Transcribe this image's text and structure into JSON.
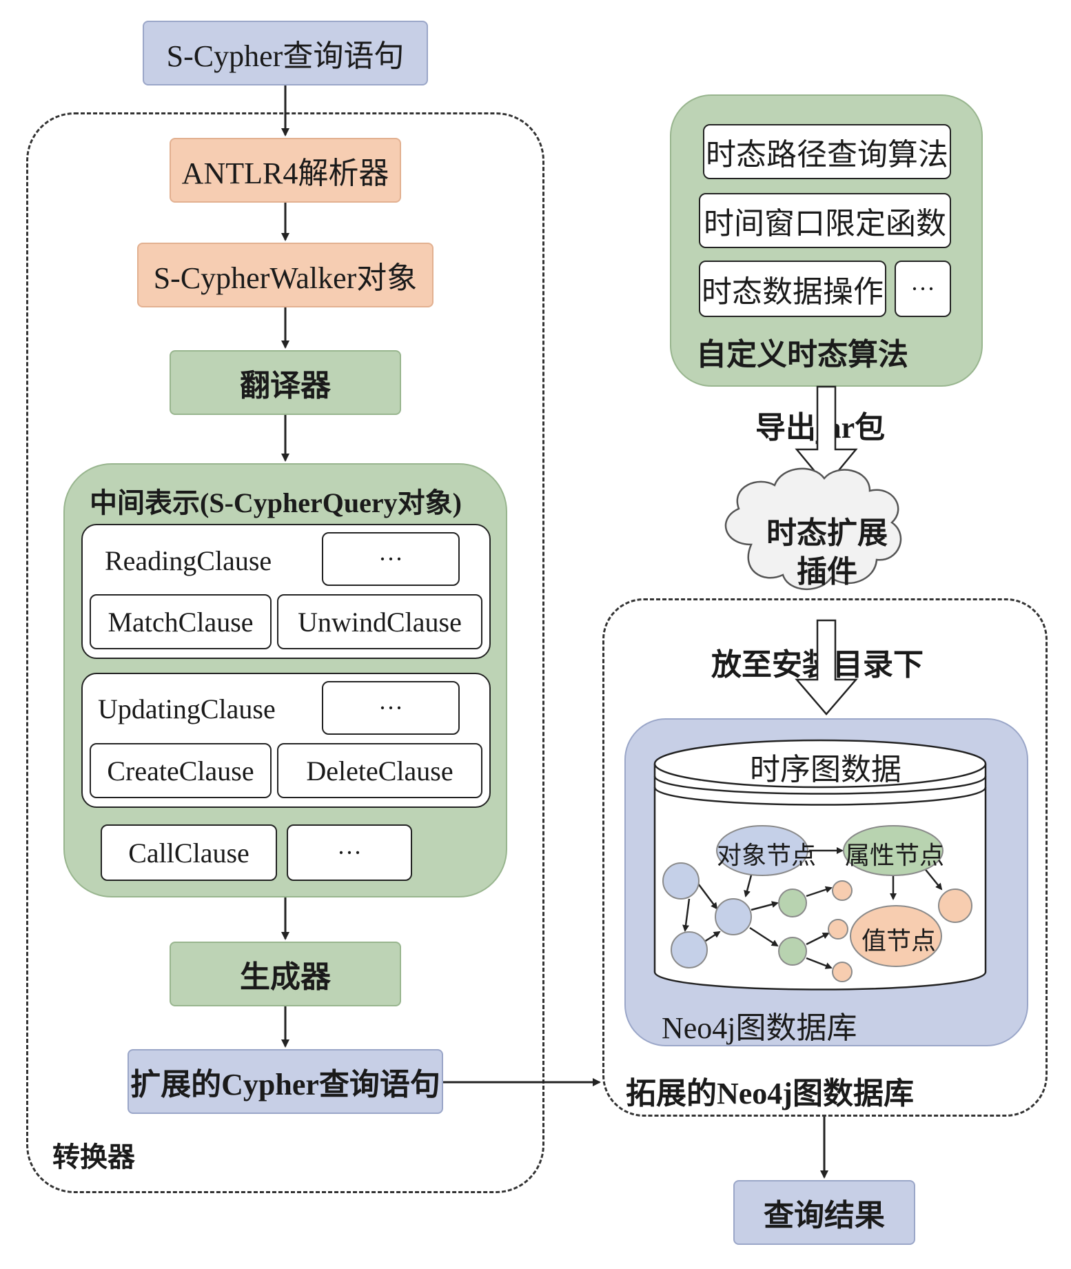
{
  "left": {
    "input": "S-Cypher查询语句",
    "parser": "ANTLR4解析器",
    "walker": "S-CypherWalker对象",
    "translator": "翻译器",
    "ir": {
      "title": "中间表示(S-CypherQuery对象)",
      "reading": {
        "label": "ReadingClause",
        "more": "···",
        "items": [
          "MatchClause",
          "UnwindClause"
        ]
      },
      "updating": {
        "label": "UpdatingClause",
        "more": "···",
        "items": [
          "CreateClause",
          "DeleteClause"
        ]
      },
      "call": "CallClause",
      "call_more": "···"
    },
    "generator": "生成器",
    "output": "扩展的Cypher查询语句",
    "container_label": "转换器"
  },
  "right": {
    "algorithms": {
      "items": [
        "时态路径查询算法",
        "时间窗口限定函数",
        "时态数据操作"
      ],
      "more": "···",
      "title": "自定义时态算法"
    },
    "export_label": "导出jar包",
    "plugin": "时态扩展插件",
    "install_label": "放至安装目录下",
    "neo4j": {
      "db_title": "时序图数据",
      "nodes": {
        "object": "对象节点",
        "property": "属性节点",
        "value": "值节点"
      },
      "label": "Neo4j图数据库"
    },
    "extended_label": "拓展的Neo4j图数据库",
    "result": "查询结果"
  },
  "colors": {
    "blue": "#c7cfe6",
    "orange": "#f6cdb2",
    "green": "#bdd3b5",
    "node_blue": "#c5d0e8",
    "node_green": "#b8d3b0",
    "node_orange": "#f7cdb0"
  }
}
